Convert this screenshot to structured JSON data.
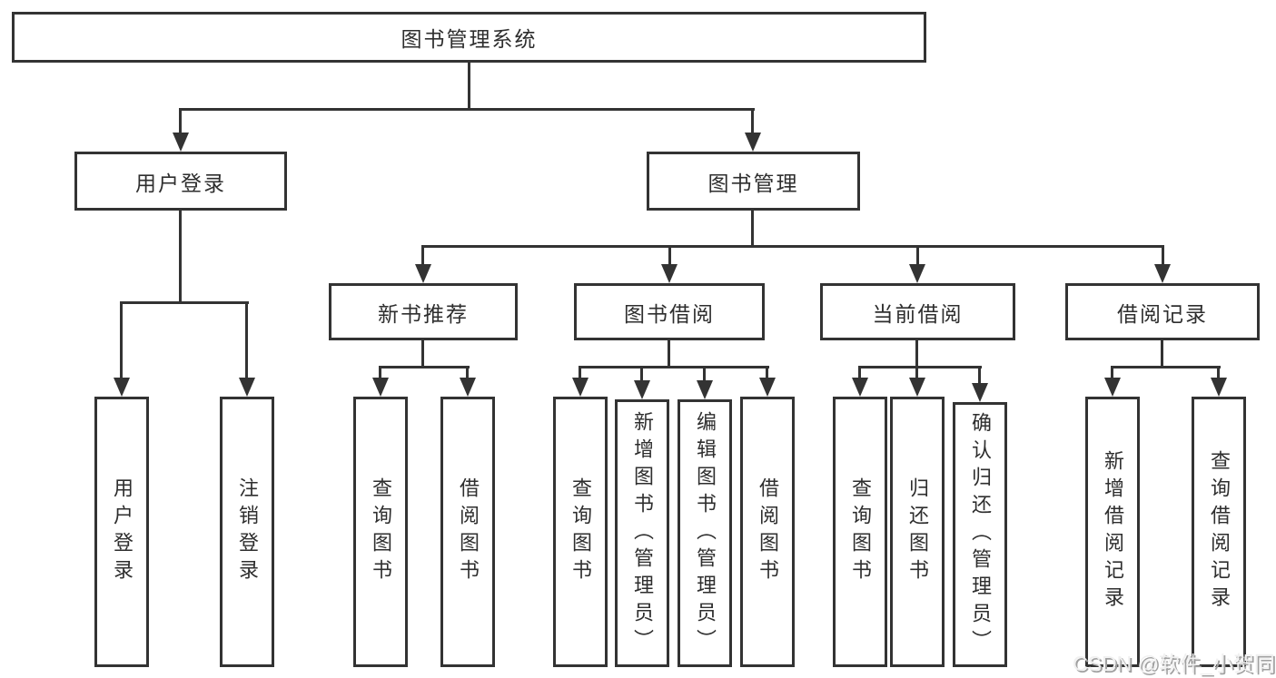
{
  "diagram": {
    "root": {
      "label": "图书管理系统"
    },
    "level2": {
      "user_login": "用户登录",
      "book_mgmt": "图书管理"
    },
    "level3": {
      "new_books": "新书推荐",
      "book_borrow": "图书借阅",
      "current_borrow": "当前借阅",
      "borrow_records": "借阅记录"
    },
    "leaves": {
      "user_login": [
        "用户登录",
        "注销登录"
      ],
      "new_books": [
        "查询图书",
        "借阅图书"
      ],
      "book_borrow": [
        "查询图书",
        "新增图书（管理员）",
        "编辑图书（管理员）",
        "借阅图书"
      ],
      "current_borrow": [
        "查询图书",
        "归还图书",
        "确认归还（管理员）"
      ],
      "borrow_records": [
        "新增借阅记录",
        "查询借阅记录"
      ]
    },
    "watermark": "CSDN @软件_小贺同学",
    "colors": {
      "line": "#333333",
      "text": "#2e2e2e",
      "background": "#ffffff",
      "watermark": "#f0f0f0"
    }
  }
}
